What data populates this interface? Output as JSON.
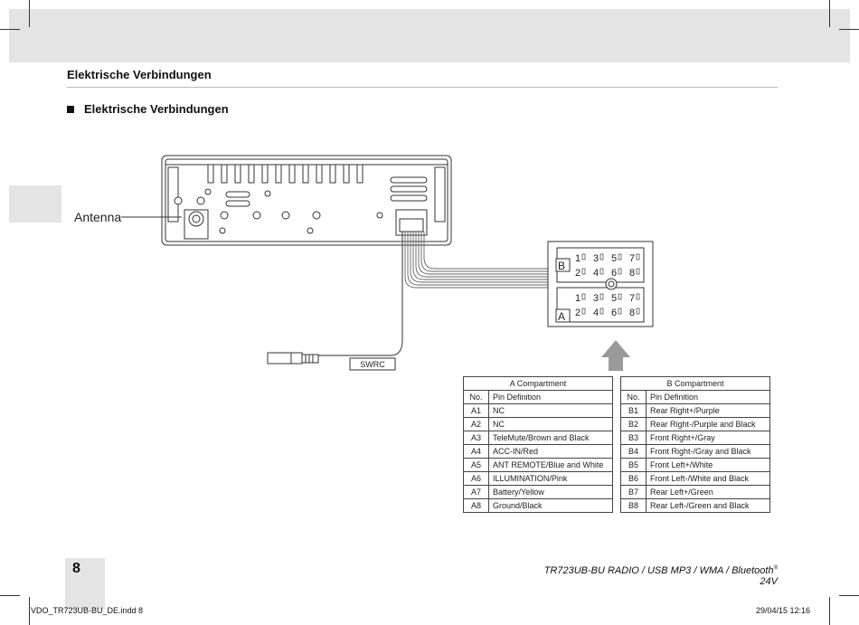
{
  "header": {
    "section_title": "Elektrische Verbindungen",
    "subheading": "Elektrische Verbindungen"
  },
  "diagram": {
    "antenna_label": "Antenna",
    "swrc_label": "SWRC",
    "connector_b_label": "B",
    "connector_a_label": "A",
    "connector_pins_top": [
      "1",
      "3",
      "5",
      "7"
    ],
    "connector_pins_bottom": [
      "2",
      "4",
      "6",
      "8"
    ]
  },
  "tables": {
    "a": {
      "title": "A Compartment",
      "col_no": "No.",
      "col_def": "Pin Definition",
      "rows": [
        {
          "no": "A1",
          "def": "NC"
        },
        {
          "no": "A2",
          "def": "NC"
        },
        {
          "no": "A3",
          "def": "TeleMute/Brown and Black"
        },
        {
          "no": "A4",
          "def": "ACC-IN/Red"
        },
        {
          "no": "A5",
          "def": "ANT REMOTE/Blue and White"
        },
        {
          "no": "A6",
          "def": "ILLUMINATION/Pink"
        },
        {
          "no": "A7",
          "def": "Battery/Yellow"
        },
        {
          "no": "A8",
          "def": "Ground/Black"
        }
      ]
    },
    "b": {
      "title": "B Compartment",
      "col_no": "No.",
      "col_def": "Pin Definition",
      "rows": [
        {
          "no": "B1",
          "def": "Rear Right+/Purple"
        },
        {
          "no": "B2",
          "def": "Rear Right-/Purple and Black"
        },
        {
          "no": "B3",
          "def": "Front Right+/Gray"
        },
        {
          "no": "B4",
          "def": "Front Right-/Gray and Black"
        },
        {
          "no": "B5",
          "def": "Front Left+/White"
        },
        {
          "no": "B6",
          "def": "Front Left-/White and Black"
        },
        {
          "no": "B7",
          "def": "Rear Left+/Green"
        },
        {
          "no": "B8",
          "def": "Rear Left-/Green and Black"
        }
      ]
    }
  },
  "footer": {
    "page_number": "8",
    "product_line": "TR723UB-BU RADIO / USB MP3 / WMA / Bluetooth",
    "trademark": "®",
    "voltage": " 24V",
    "slug_file": "VDO_TR723UB-BU_DE.indd   8",
    "slug_date": "29/04/15   12:16"
  },
  "colors": {
    "band_gray": "#e4e4e4",
    "line": "#444444"
  }
}
